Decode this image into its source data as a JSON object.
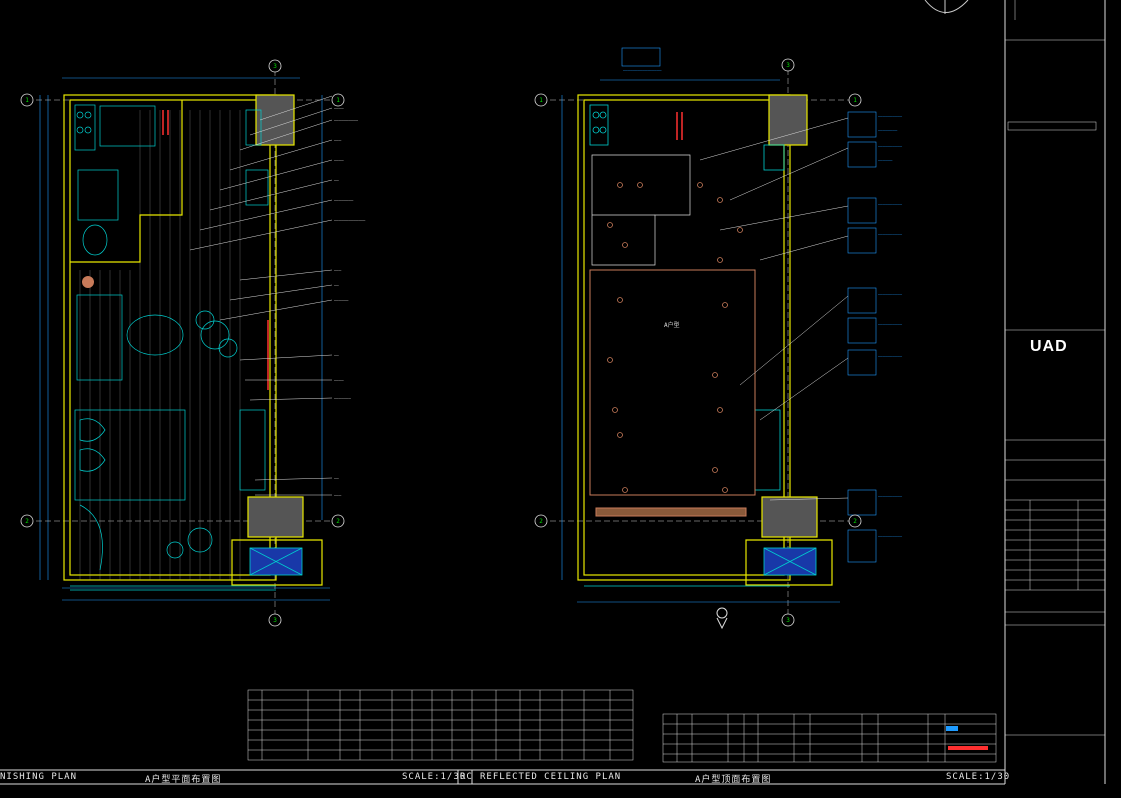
{
  "left_plan": {
    "title_en": "NISHING PLAN",
    "title_cn": "A户型平面布置图",
    "scale": "SCALE:1/30"
  },
  "right_plan": {
    "code": "RC",
    "title_en": "REFLECTED CEILING PLAN",
    "title_cn": "A户型顶面布置图",
    "scale": "SCALE:1/30",
    "room_label": "A户型"
  },
  "title_block": {
    "logo": "UAD",
    "colors": {
      "background": "#000000",
      "frame": "#ffffff",
      "wall": "#e8e800",
      "furniture": "#00d0d0",
      "annotation": "#1e9bff",
      "leader": "#ffffff",
      "ceiling": "#c87b5a",
      "red_mark": "#ff3030"
    }
  },
  "grid_markers": [
    "1",
    "2",
    "3"
  ]
}
